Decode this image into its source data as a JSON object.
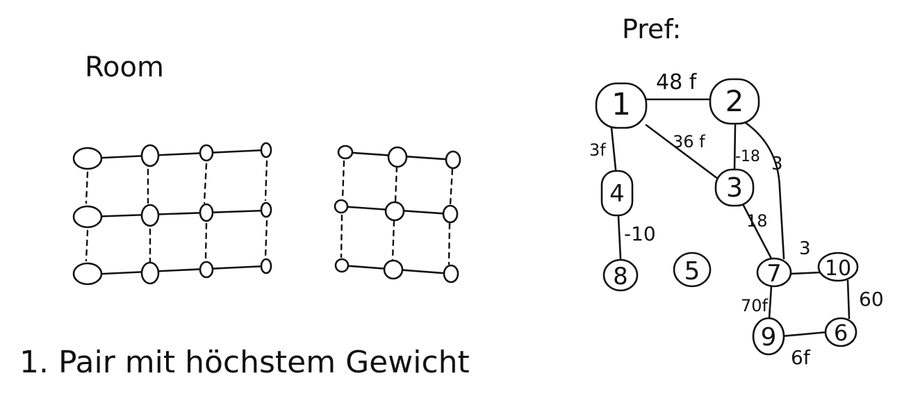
{
  "left": {
    "title": "Room",
    "caption": "1. Pair mit höchstem Gewicht"
  },
  "right": {
    "title": "Pref:",
    "nodes": [
      {
        "id": "n1",
        "label": "1"
      },
      {
        "id": "n2",
        "label": "2"
      },
      {
        "id": "n3",
        "label": "3"
      },
      {
        "id": "n4",
        "label": "4"
      },
      {
        "id": "n5",
        "label": "5"
      },
      {
        "id": "n6",
        "label": "6"
      },
      {
        "id": "n7",
        "label": "7"
      },
      {
        "id": "n8",
        "label": "8"
      },
      {
        "id": "n9",
        "label": "9"
      },
      {
        "id": "n10",
        "label": "10"
      }
    ],
    "edges": [
      {
        "from": "1",
        "to": "2",
        "label": "48 f"
      },
      {
        "from": "1",
        "to": "3",
        "label": "36 f"
      },
      {
        "from": "1",
        "to": "4",
        "label": "3f"
      },
      {
        "from": "2",
        "to": "3",
        "label": "-18"
      },
      {
        "from": "2",
        "to": "7",
        "label": "3"
      },
      {
        "from": "3",
        "to": "7",
        "label": "18"
      },
      {
        "from": "4",
        "to": "8",
        "label": "-10"
      },
      {
        "from": "7",
        "to": "10",
        "label": "3"
      },
      {
        "from": "7",
        "to": "9",
        "label": "70f"
      },
      {
        "from": "10",
        "to": "6",
        "label": "60"
      },
      {
        "from": "9",
        "to": "6",
        "label": "6f"
      }
    ]
  }
}
